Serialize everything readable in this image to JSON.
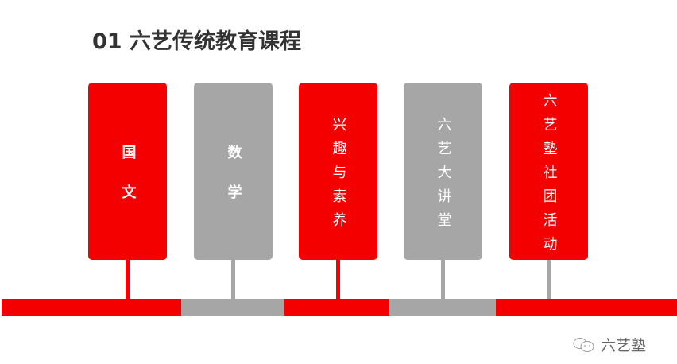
{
  "title": "01 六艺传统教育课程",
  "cards": [
    {
      "label": "国文",
      "color": "red"
    },
    {
      "label": "数学",
      "color": "gray"
    },
    {
      "label": "兴趣与素养",
      "color": "red"
    },
    {
      "label": "六艺大讲堂",
      "color": "gray"
    },
    {
      "label": "六艺塾社团活动",
      "color": "red"
    }
  ],
  "watermark": {
    "icon": "wechat-icon",
    "text": "六艺塾"
  },
  "colors": {
    "red": "#f50000",
    "gray": "#a6a6a6"
  }
}
